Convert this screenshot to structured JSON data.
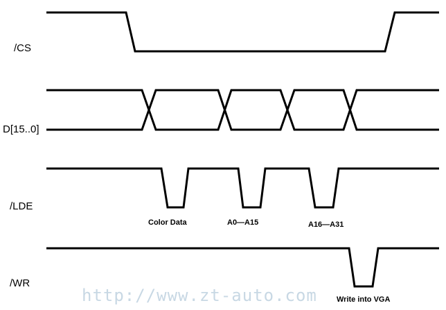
{
  "signals": {
    "cs": "/CS",
    "data": "D[15..0]",
    "lde": "/LDE",
    "wr": "/WR"
  },
  "annotations": {
    "color_data": "Color Data",
    "a0_a15": "A0—A15",
    "a16_a31": "A16—A31",
    "write_vga": "Write into VGA"
  },
  "watermark": "http://www.zt-auto.com",
  "colors": {
    "line": "#000000",
    "watermark": "#c8d8e4",
    "background": "#ffffff"
  }
}
